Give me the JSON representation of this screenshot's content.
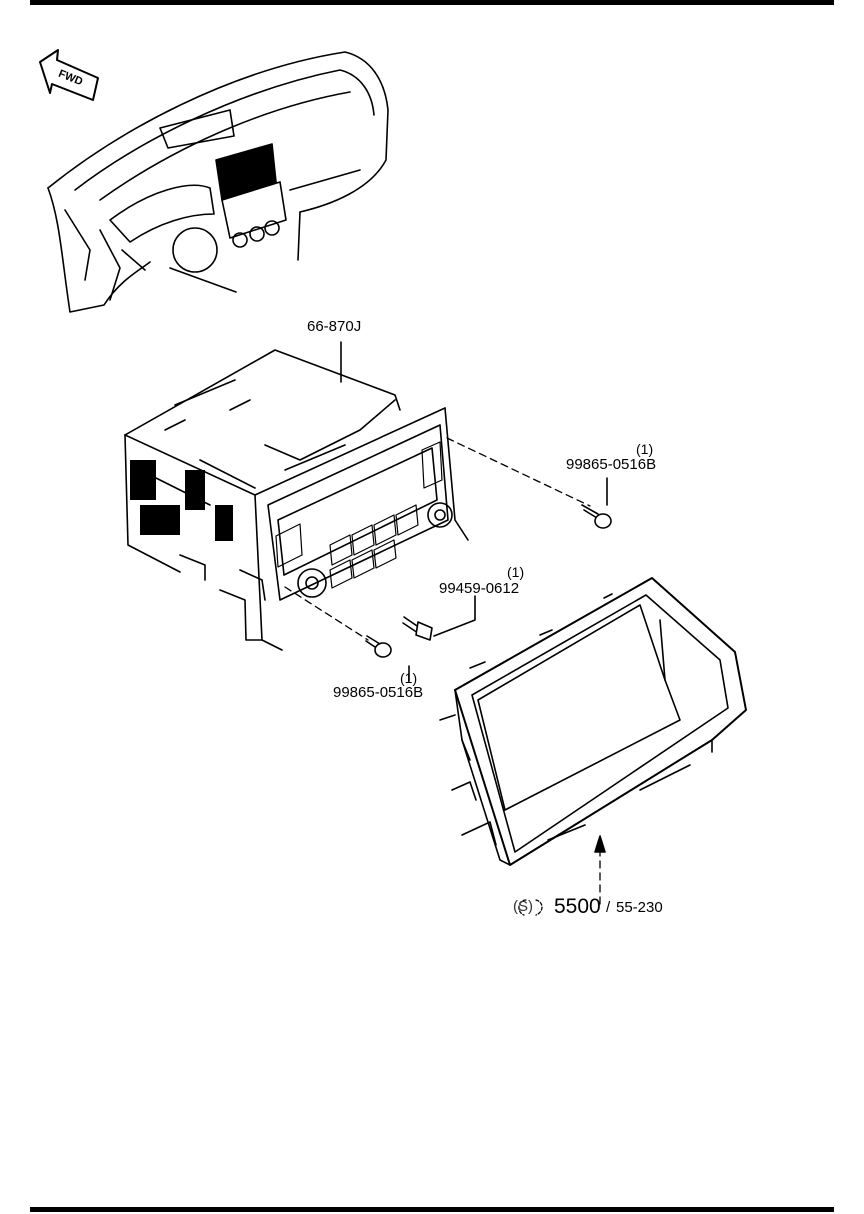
{
  "fwd_label": "FWD",
  "parts": {
    "radio_unit": {
      "number": "66-870J"
    },
    "screw_right": {
      "qty": "(1)",
      "number": "99865-0516B"
    },
    "bolt_center": {
      "qty": "(1)",
      "number": "99459-0612"
    },
    "screw_left": {
      "qty": "(1)",
      "number": "99865-0516B"
    },
    "panel_ref": {
      "prefix": "(S)",
      "main": "5500",
      "separator": "/",
      "secondary": "55-230"
    }
  }
}
